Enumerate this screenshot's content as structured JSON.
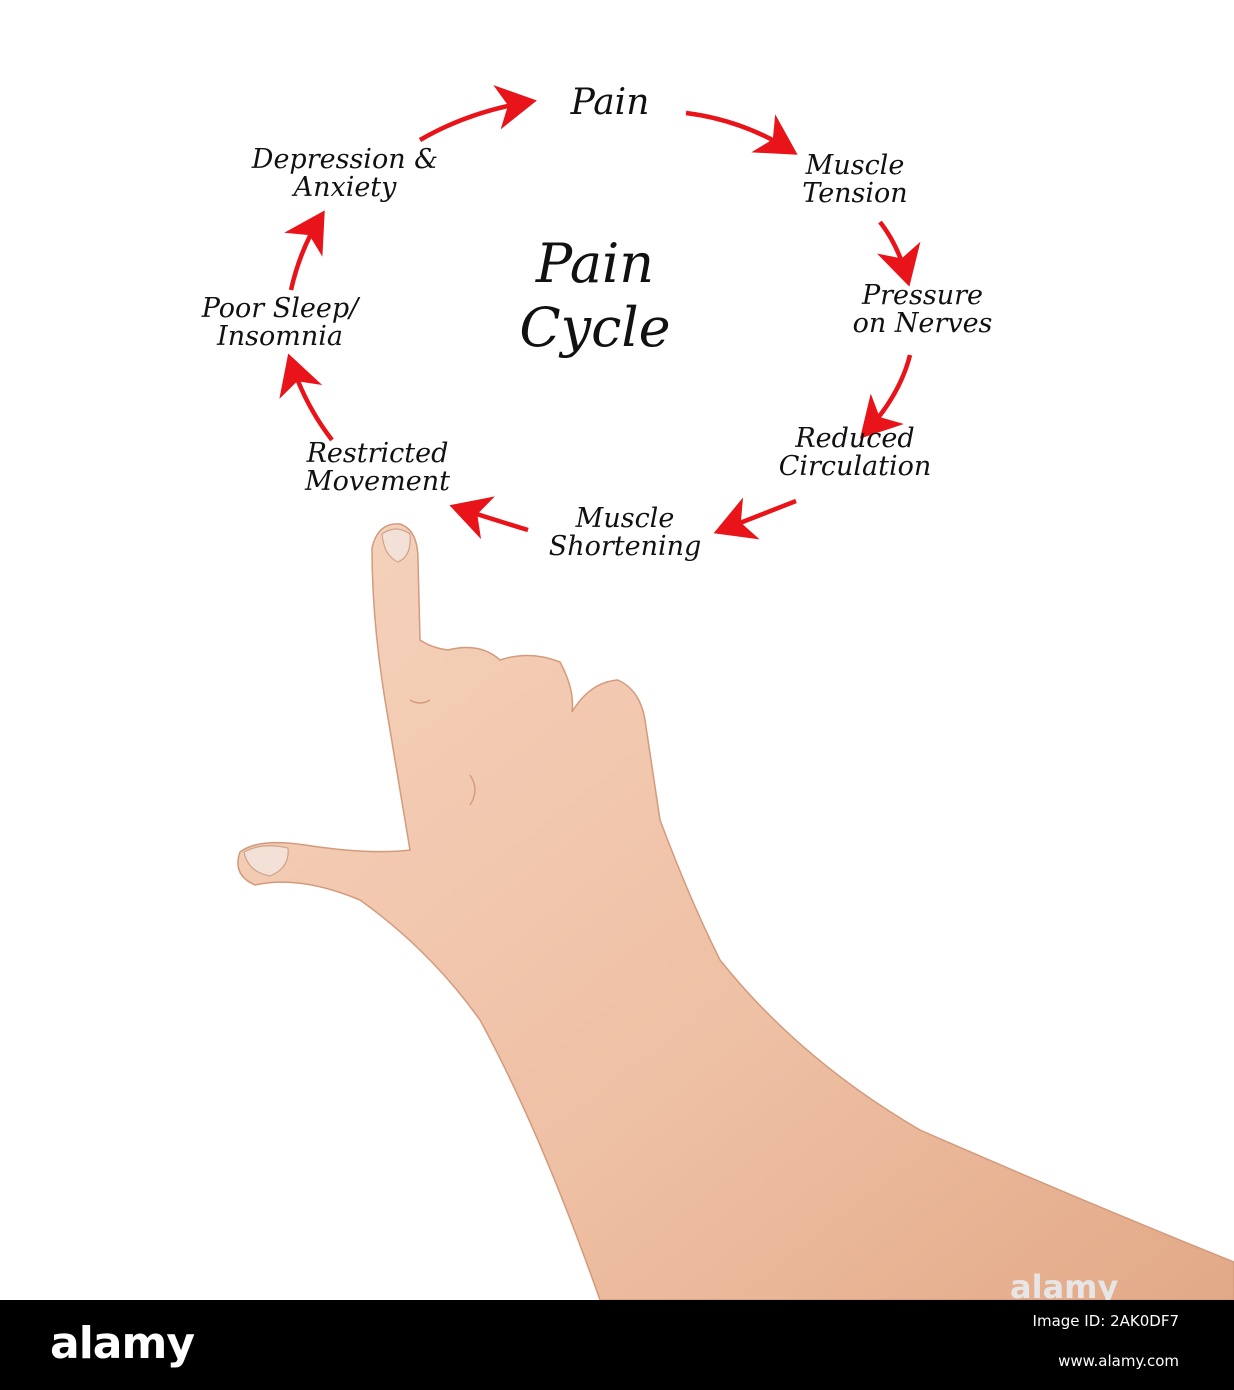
{
  "diagram": {
    "title_lines": [
      "Pain",
      "Cycle"
    ],
    "nodes": {
      "pain": [
        "Pain"
      ],
      "muscle_tension": [
        "Muscle",
        "Tension"
      ],
      "pressure_on_nerves": [
        "Pressure",
        "on Nerves"
      ],
      "reduced_circulation": [
        "Reduced",
        "Circulation"
      ],
      "muscle_shortening": [
        "Muscle",
        "Shortening"
      ],
      "restricted_movement": [
        "Restricted",
        "Movement"
      ],
      "poor_sleep": [
        "Poor Sleep/",
        "Insomnia"
      ],
      "depression_anxiety": [
        "Depression &",
        "Anxiety"
      ]
    },
    "arrow_color": "#e8141a",
    "text_color": "#111111"
  },
  "footer": {
    "logo": "alamy",
    "image_id": "Image ID: 2AK0DF7",
    "url": "www.alamy.com"
  },
  "watermark": "alamy"
}
